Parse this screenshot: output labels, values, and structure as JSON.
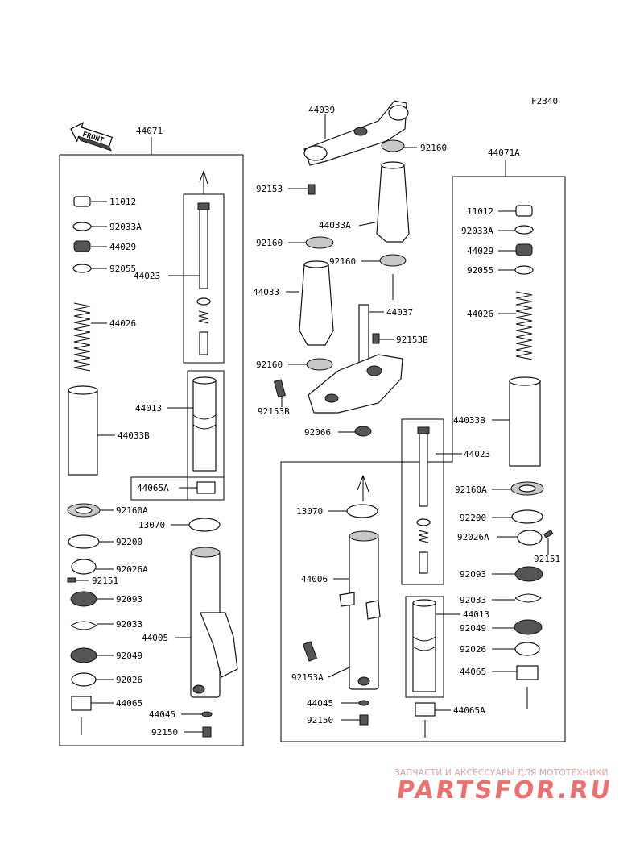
{
  "figure_code": "F2340",
  "front_label": "FRONT",
  "assemblies": {
    "left": "44071",
    "right": "44071A"
  },
  "center_parts": {
    "p44039": "44039",
    "p92160_top": "92160",
    "p92153": "92153",
    "p44033A": "44033A",
    "p92160_a": "92160",
    "p92160_b": "92160",
    "p44033": "44033",
    "p44037": "44037",
    "p92153B_r": "92153B",
    "p92160_c": "92160",
    "p92153B_l": "92153B",
    "p92066": "92066"
  },
  "left_parts": {
    "p11012": "11012",
    "p92033A": "92033A",
    "p44029": "44029",
    "p92055": "92055",
    "p44023": "44023",
    "p44026": "44026",
    "p44013": "44013",
    "p44033B": "44033B",
    "p44065A": "44065A",
    "p92160A": "92160A",
    "p13070": "13070",
    "p92200": "92200",
    "p92026A": "92026A",
    "p92151": "92151",
    "p92093": "92093",
    "p92033": "92033",
    "p44005": "44005",
    "p92049": "92049",
    "p92026": "92026",
    "p44065": "44065",
    "p44045": "44045",
    "p92150": "92150"
  },
  "right_parts": {
    "p11012": "11012",
    "p92033A": "92033A",
    "p44029": "44029",
    "p92055": "92055",
    "p44026": "44026",
    "p44033B": "44033B",
    "p44023": "44023",
    "p92160A": "92160A",
    "p92200": "92200",
    "p92026A": "92026A",
    "p92151": "92151",
    "p92093": "92093",
    "p92033": "92033",
    "p44013": "44013",
    "p92049": "92049",
    "p92026": "92026",
    "p44065": "44065",
    "p44065A": "44065A",
    "p13070": "13070",
    "p44006": "44006",
    "p92153A": "92153A",
    "p44045": "44045",
    "p92150": "92150"
  },
  "watermark": {
    "tagline": "ЗАПЧАСТИ И АКСЕССУАРЫ ДЛЯ МОТОТЕХНИКИ",
    "brand": "PARTSFOR.RU"
  },
  "colors": {
    "watermark_text": "#e0a0a0",
    "watermark_brand": "#ef6f6f",
    "line": "#000000"
  }
}
